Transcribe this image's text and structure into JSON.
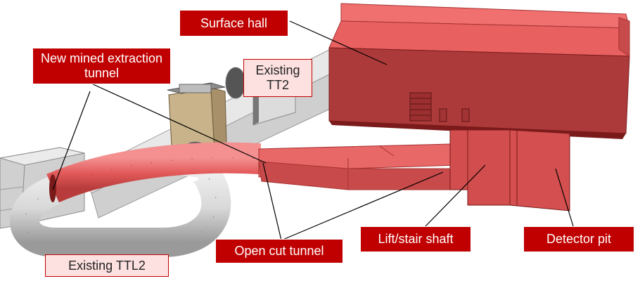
{
  "labels": {
    "surface_hall": "Surface hall",
    "new_mined_tunnel": "New mined extraction tunnel",
    "existing_tt2": "Existing TT2",
    "existing_ttl2": "Existing TTL2",
    "open_cut_tunnel": "Open cut tunnel",
    "lift_stair_shaft": "Lift/stair shaft",
    "detector_pit": "Detector pit"
  },
  "colors": {
    "new_structure_red": "#e35a5a",
    "label_red": "#c00000",
    "existing_label_pink": "#fde0e0",
    "existing_tunnel_grey": "#d4d4d4"
  }
}
